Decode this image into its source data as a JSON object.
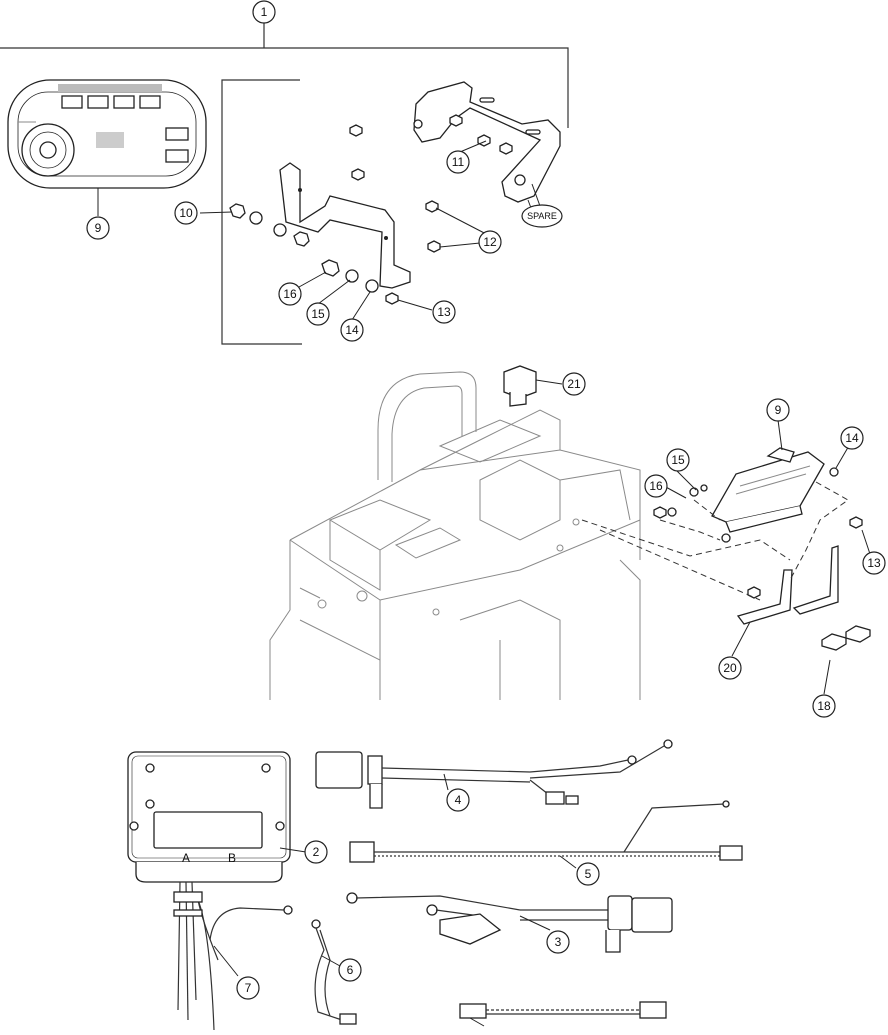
{
  "callouts": [
    {
      "id": "c1",
      "label": "1"
    },
    {
      "id": "c9",
      "label": "9"
    },
    {
      "id": "c10",
      "label": "10"
    },
    {
      "id": "c11",
      "label": "11"
    },
    {
      "id": "c12",
      "label": "12"
    },
    {
      "id": "c13a",
      "label": "13"
    },
    {
      "id": "c14a",
      "label": "14"
    },
    {
      "id": "c15a",
      "label": "15"
    },
    {
      "id": "c16a",
      "label": "16"
    },
    {
      "id": "c21",
      "label": "21"
    },
    {
      "id": "c9b",
      "label": "9"
    },
    {
      "id": "c14b",
      "label": "14"
    },
    {
      "id": "c15b",
      "label": "15"
    },
    {
      "id": "c16b",
      "label": "16"
    },
    {
      "id": "c13b",
      "label": "13"
    },
    {
      "id": "c20",
      "label": "20"
    },
    {
      "id": "c18",
      "label": "18"
    },
    {
      "id": "c2",
      "label": "2"
    },
    {
      "id": "c4",
      "label": "4"
    },
    {
      "id": "c5",
      "label": "5"
    },
    {
      "id": "c3",
      "label": "3"
    },
    {
      "id": "c6",
      "label": "6"
    },
    {
      "id": "c7",
      "label": "7"
    }
  ],
  "spare_label": "SPARE",
  "module_letters": {
    "a": "A",
    "b": "B"
  }
}
